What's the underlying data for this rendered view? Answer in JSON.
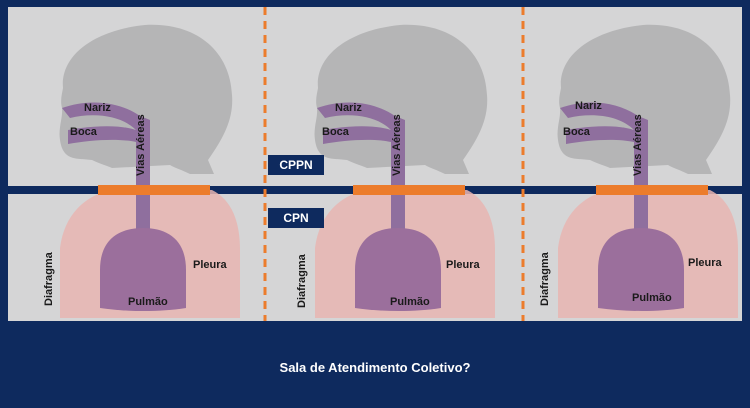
{
  "labels": {
    "nariz": "Nariz",
    "boca": "Boca",
    "vias_aereas": "Vias Aéreas",
    "diafragma": "Diafragma",
    "pleura": "Pleura",
    "pulmao": "Pulmão"
  },
  "bands": {
    "upper": "CPPN",
    "lower": "CPN"
  },
  "caption": "Sala de Atendimento Coletivo?",
  "panel_count": 3,
  "colors": {
    "frame": "#0e2a5e",
    "panel_bg": "#d5d5d6",
    "head": "#9b9b9c",
    "torso": "#e7b5b2",
    "airway": "#8f6f9e",
    "lung": "#9b6f9c",
    "orange": "#ec7c2c"
  }
}
